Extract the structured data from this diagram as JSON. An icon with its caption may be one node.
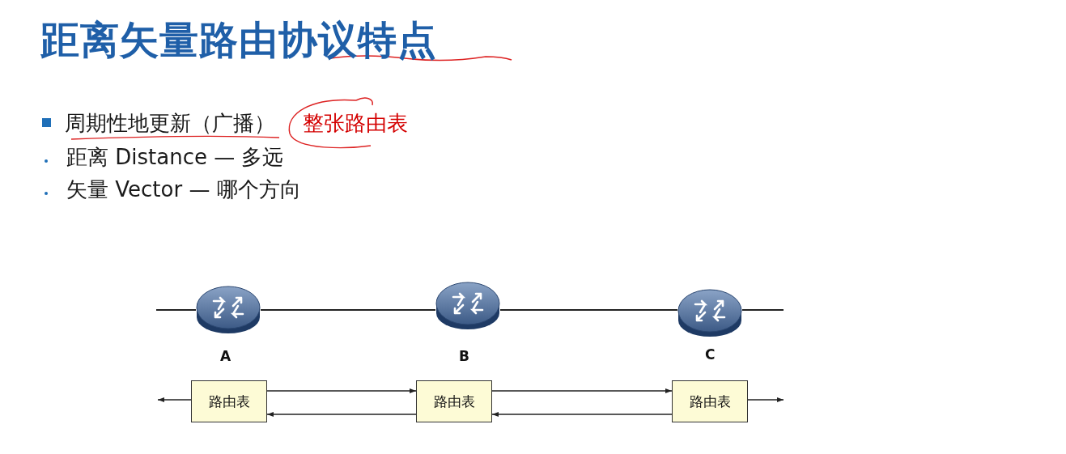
{
  "diagram": {
    "title": "距离矢量路由协议特点",
    "nodes": [
      {
        "text": [],
        "shape": "router",
        "beside": [
          "A"
        ]
      },
      {
        "text": [],
        "shape": "router",
        "beside": [
          "B"
        ]
      },
      {
        "text": [],
        "shape": "router",
        "beside": [
          "C"
        ]
      },
      {
        "text": [
          "路由表"
        ]
      },
      {
        "text": [
          "路由表"
        ]
      },
      {
        "text": [
          "路由表"
        ]
      }
    ],
    "edges": [
      {
        "from": null,
        "to": 0,
        "arrow": "none"
      },
      {
        "from": 0,
        "to": 1,
        "arrow": "none"
      },
      {
        "from": 1,
        "to": 2,
        "arrow": "none"
      },
      {
        "from": 2,
        "to": null,
        "arrow": "none"
      },
      {
        "from": 3,
        "to": null,
        "arrow": "to"
      },
      {
        "from": 3,
        "to": 4,
        "arrow": "to"
      },
      {
        "from": 4,
        "to": 3,
        "arrow": "to"
      },
      {
        "from": 4,
        "to": 5,
        "arrow": "to"
      },
      {
        "from": 5,
        "to": 4,
        "arrow": "to"
      },
      {
        "from": 5,
        "to": null,
        "arrow": "to"
      }
    ],
    "labels": [
      "周期性地更新（广播）",
      "整张路由表",
      "距离 Distance — 多远",
      "矢量 Vector — 哪个方向"
    ]
  }
}
